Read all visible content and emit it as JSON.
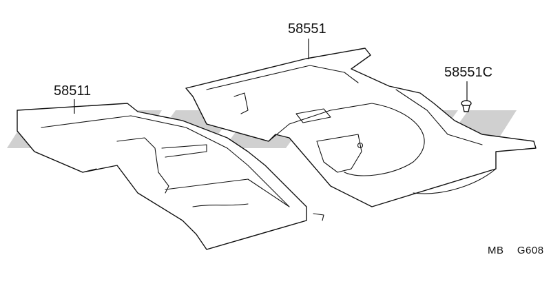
{
  "diagram": {
    "parts": [
      {
        "id": "left-floor-mat",
        "label": "58511"
      },
      {
        "id": "rear-floor-mat",
        "label": "58551"
      },
      {
        "id": "mat-clip",
        "label": "58551C"
      }
    ],
    "drawing_code": {
      "prefix": "MB",
      "number": "G608"
    },
    "colors": {
      "line": "#111111",
      "watermark": "#c8c8c8",
      "background": "#ffffff"
    }
  }
}
